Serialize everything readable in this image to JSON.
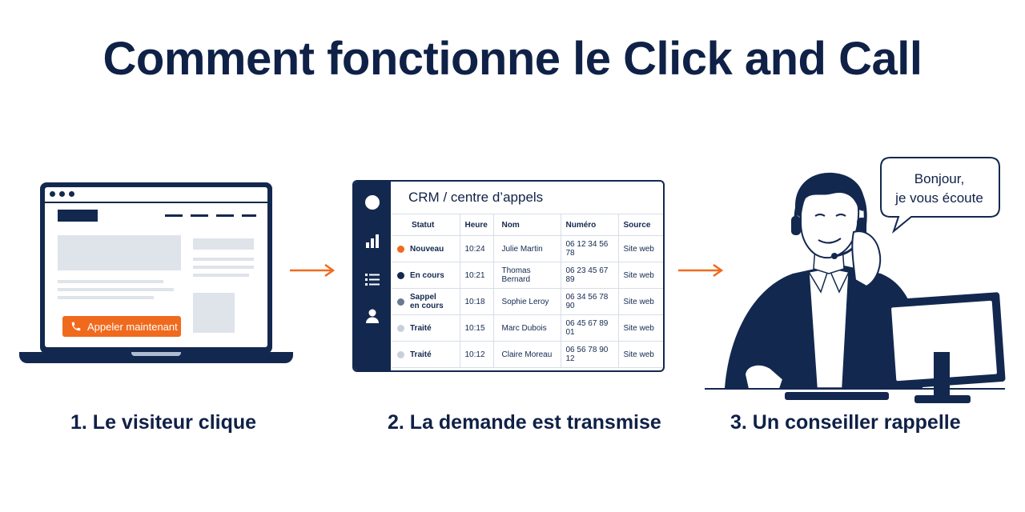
{
  "title": "Comment fonctionne le Click and Call",
  "colors": {
    "navy": "#13284f",
    "orange": "#f06a1d",
    "gray": "#dfe3ea"
  },
  "steps": [
    {
      "caption": "1. Le visiteur clique"
    },
    {
      "caption": "2. La demande est transmise"
    },
    {
      "caption": "3. Un conseiller rappelle"
    }
  ],
  "laptop": {
    "cta_label": "Appeler maintenant",
    "cta_icon": "phone-icon"
  },
  "crm": {
    "title": "CRM / centre d’appels",
    "sidebar_icons": [
      "circle-icon",
      "bar-chart-icon",
      "list-icon",
      "user-icon"
    ],
    "columns": [
      "Statut",
      "Heure",
      "Nom",
      "Numéro",
      "Source"
    ],
    "rows": [
      {
        "status": "Nouveau",
        "status_color": "#f06a1d",
        "time": "10:24",
        "name": "Julie Martin",
        "number": "06 12 34 56 78",
        "source": "Site web"
      },
      {
        "status": "En cours",
        "status_color": "#13284f",
        "time": "10:21",
        "name": "Thomas Bernard",
        "number": "06 23 45 67 89",
        "source": "Site web"
      },
      {
        "status": "Sappel en cours",
        "status_color": "#6b7a94",
        "time": "10:18",
        "name": "Sophie Leroy",
        "number": "06 34 56 78 90",
        "source": "Site web"
      },
      {
        "status": "Traité",
        "status_color": "#c9cfda",
        "time": "10:15",
        "name": "Marc Dubois",
        "number": "06 45 67 89 01",
        "source": "Site web"
      },
      {
        "status": "Traité",
        "status_color": "#c9cfda",
        "time": "10:12",
        "name": "Claire Moreau",
        "number": "06 56 78 90 12",
        "source": "Site web"
      }
    ]
  },
  "agent": {
    "speech_line1": "Bonjour,",
    "speech_line2": "je vous écoute"
  }
}
